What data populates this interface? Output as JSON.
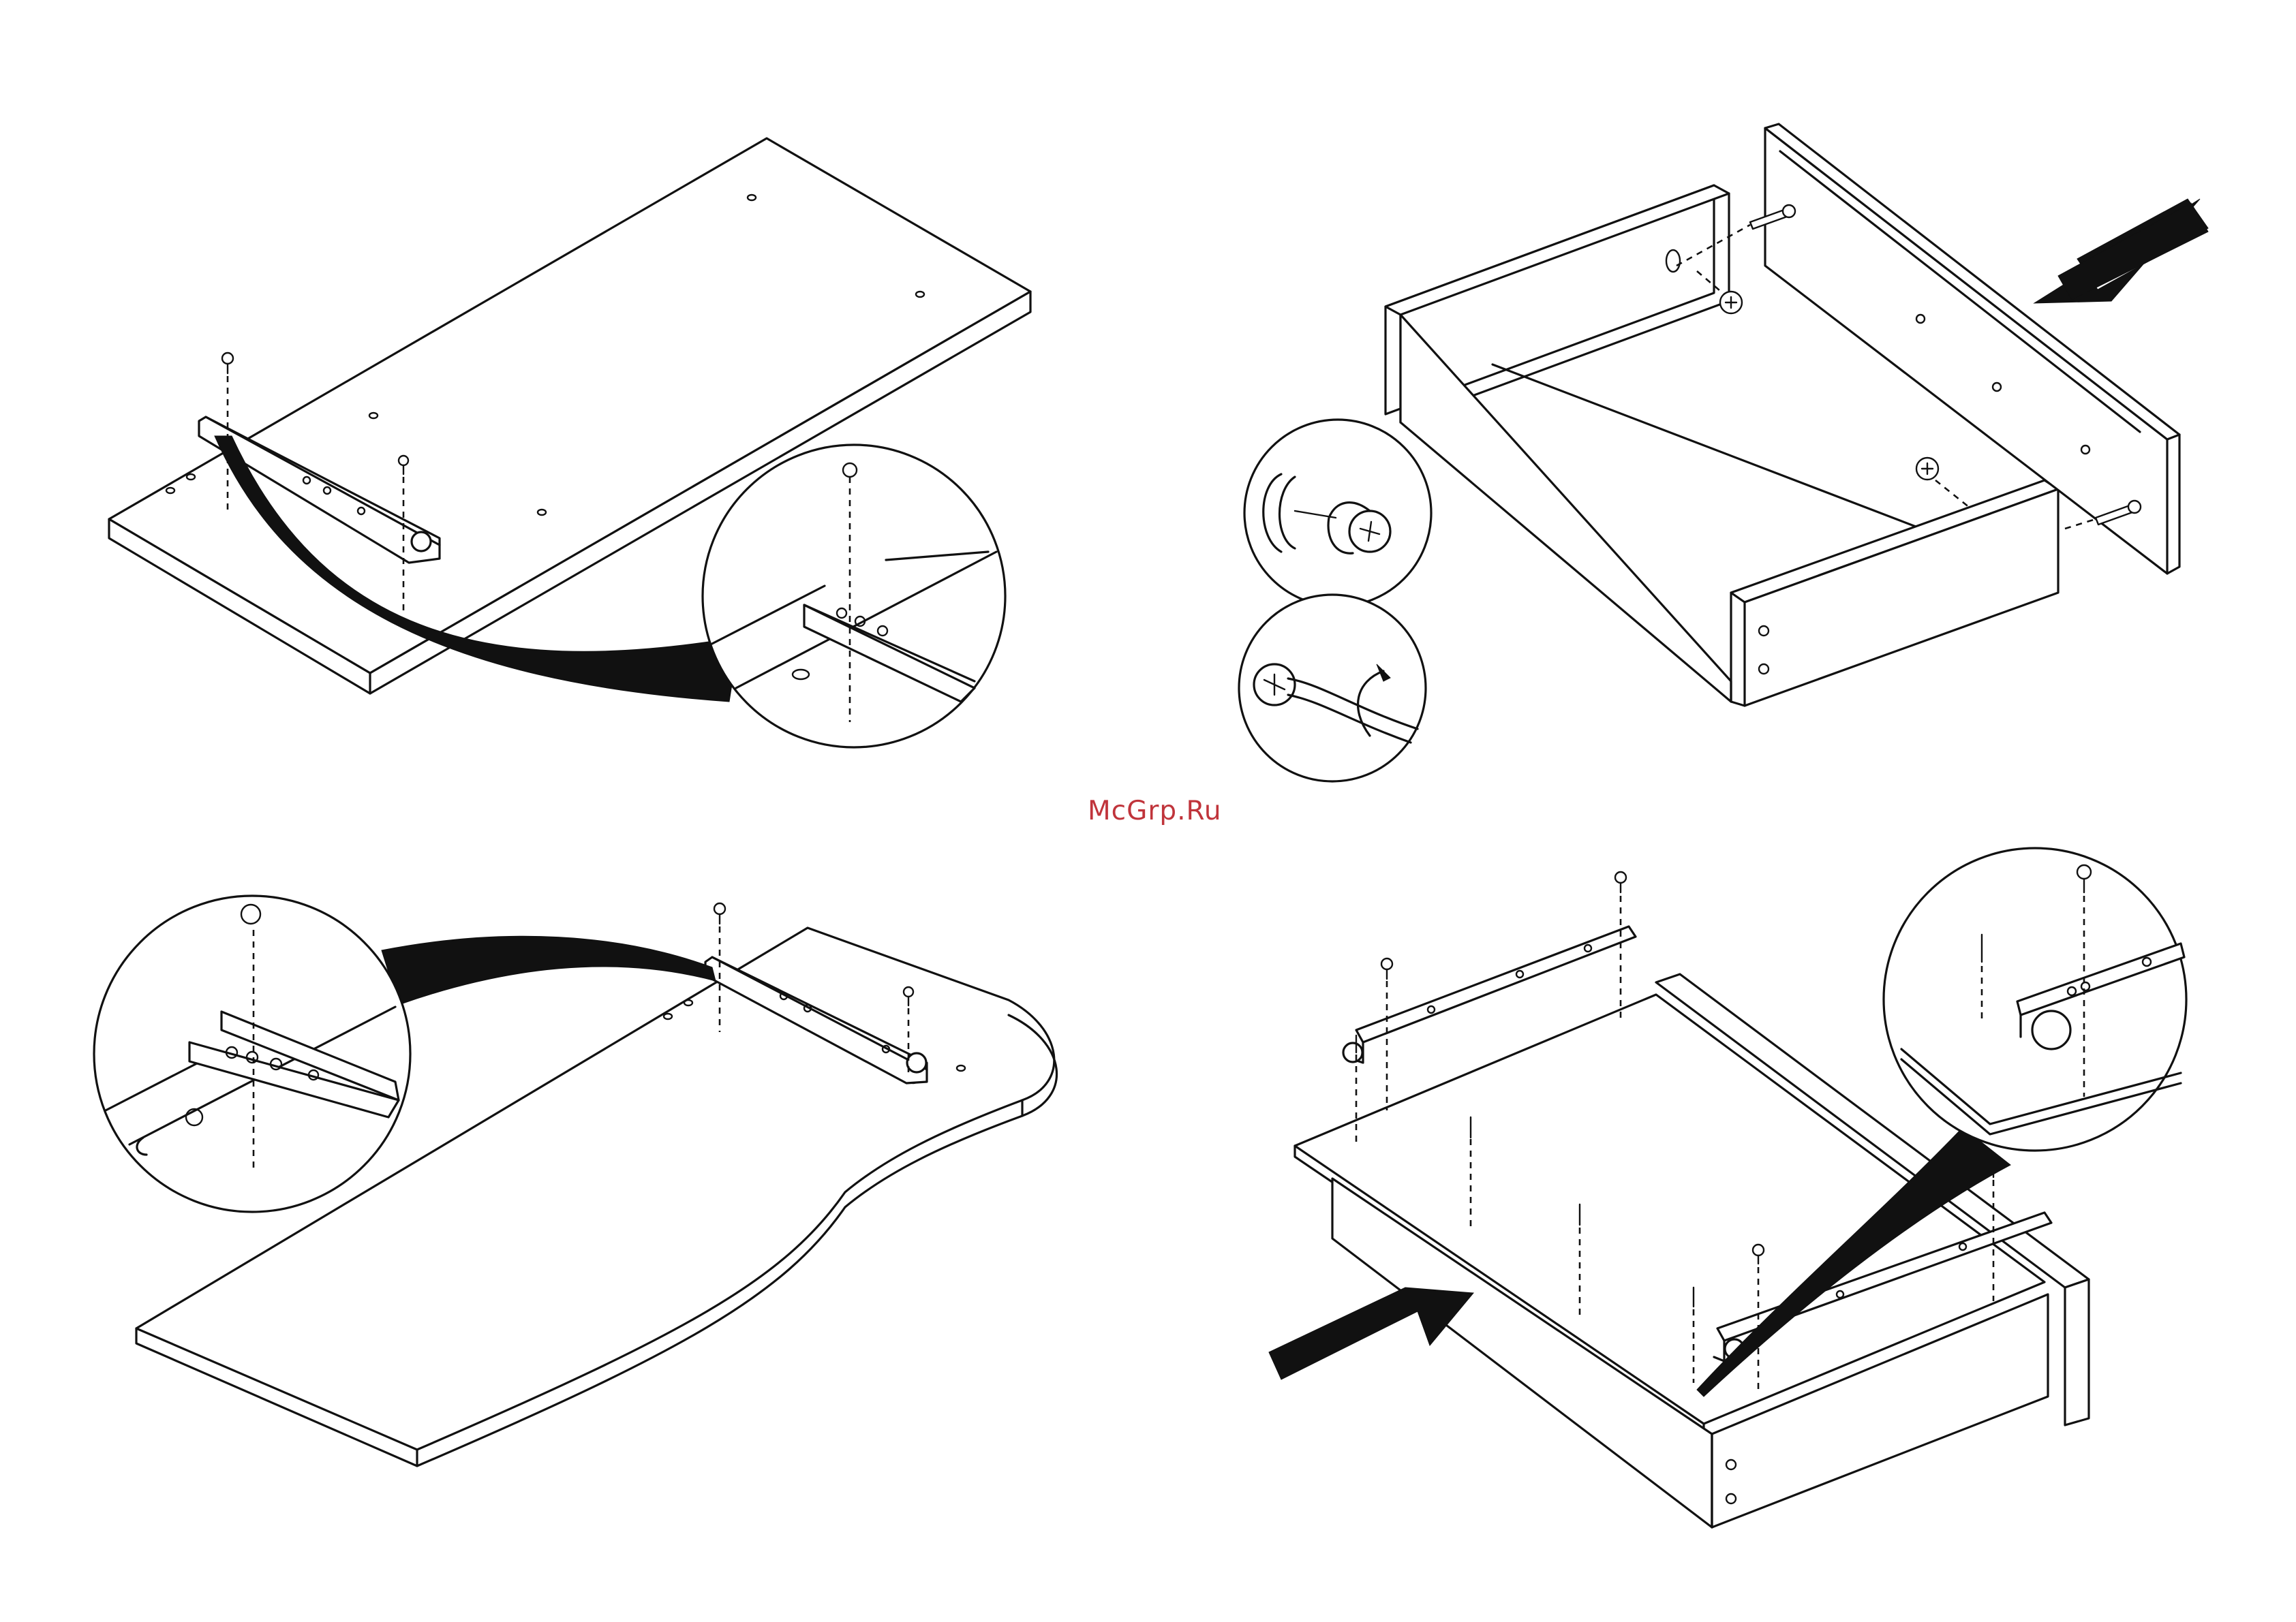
{
  "watermark": {
    "text": "McGrp.Ru",
    "color": "#c0343b"
  },
  "colors": {
    "line": "#111111",
    "background": "#ffffff"
  },
  "steps": [
    {
      "panel": "top-left",
      "depicts": "drawer-slide-rail-screwed-to-board"
    },
    {
      "panel": "top-right",
      "depicts": "drawer-box-assembly-with-cam-locks"
    },
    {
      "panel": "bottom-left",
      "depicts": "slide-rail-screwed-to-curved-desktop"
    },
    {
      "panel": "bottom-right",
      "depicts": "drawer-bottom-and-rails-attached"
    }
  ]
}
